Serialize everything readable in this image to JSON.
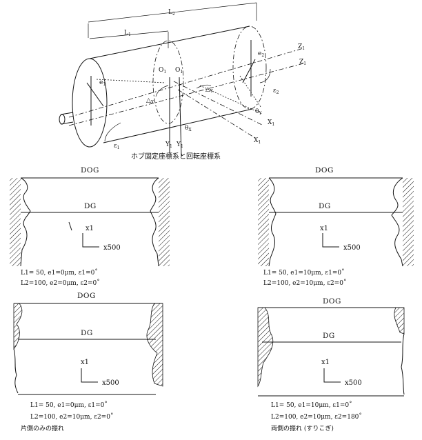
{
  "top": {
    "L2": "L",
    "L2_sub": "2",
    "L1": "L",
    "L1_sub": "1",
    "O1": "O",
    "O1_sub": "1",
    "O1b": "O",
    "O1b_sub": "1",
    "e1": "e",
    "e1_sub": "1",
    "e2": "e",
    "e2_sub": "2",
    "eps1": "ε",
    "eps1_sub": "1",
    "eps2": "ε",
    "eps2_sub": "2",
    "dx": "△",
    "dx_sub": "X",
    "dy": "△",
    "dy_sub": "Y",
    "thx": "θ",
    "thx_sub": "X",
    "thy": "θ",
    "thy_sub": "Y",
    "Z1a": "Z",
    "Z1a_sub": "1",
    "Z1b": "Z",
    "Z1b_sub": "1",
    "X1a": "X",
    "X1a_sub": "1",
    "X1b": "X",
    "X1b_sub": "1",
    "Y1a": "Y",
    "Y1a_sub": "1",
    "Y1b": "Y",
    "Y1b_sub": "1",
    "caption": "ホブ固定座標系と回転座標系"
  },
  "panels": [
    {
      "dog": "DOG",
      "dg": "DG",
      "scale_x1": "x1",
      "scale_x500": "x500",
      "line1": "L1= 50, e1=0μm, ε1=0˚",
      "line2": "L2=100, e2=0μm, ε2=0˚",
      "line3": ""
    },
    {
      "dog": "DOG",
      "dg": "DG",
      "scale_x1": "x1",
      "scale_x500": "x500",
      "line1": "L1= 50, e1=10μm, ε1=0˚",
      "line2": "L2=100, e2=10μm, ε2=0˚",
      "line3": ""
    },
    {
      "dog": "DOG",
      "dg": "DG",
      "scale_x1": "x1",
      "scale_x500": "x500",
      "line1": "L1= 50, e1=0μm, ε1=0˚",
      "line2": "L2=100, e2=10μm, ε2=0˚",
      "line3": "片側のみの振れ"
    },
    {
      "dog": "DOG",
      "dg": "DG",
      "scale_x1": "x1",
      "scale_x500": "x500",
      "line1": "L1= 50, e1=10μm, ε1=0˚",
      "line2": "L2=100, e2=10μm, ε2=180˚",
      "line3": "両側の振れ (すりこぎ)"
    }
  ]
}
